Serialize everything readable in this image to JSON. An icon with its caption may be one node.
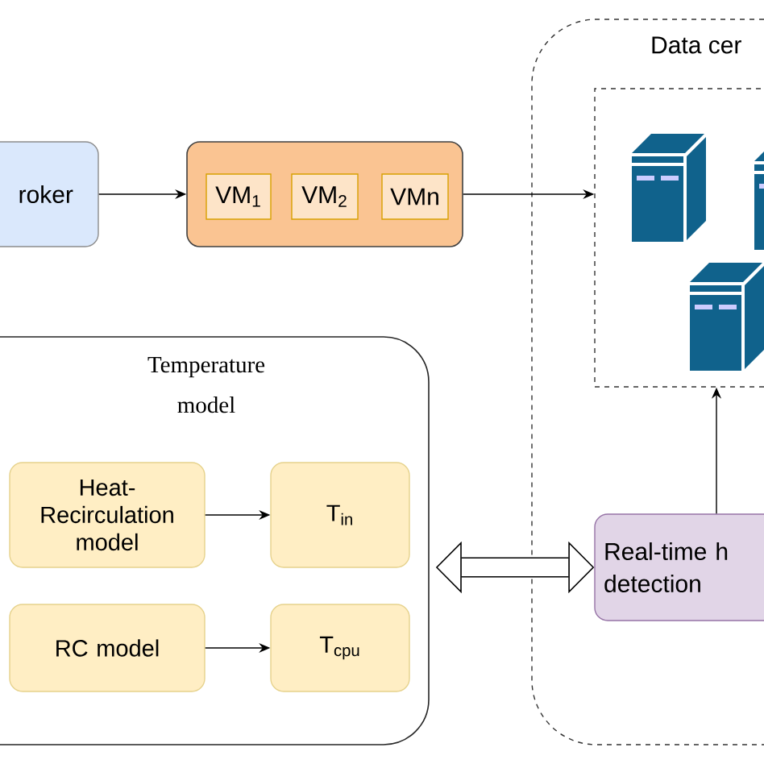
{
  "diagram": {
    "nodes": [
      {
        "text": [
          "roker"
        ]
      },
      {
        "text": [],
        "shape": "box"
      },
      {
        "text": [
          "VM$_{1}$"
        ],
        "in": 1
      },
      {
        "text": [
          "VM$_{2}$"
        ],
        "in": 1
      },
      {
        "text": [
          "VMn"
        ],
        "in": 1
      },
      {
        "text": [
          "Data cer"
        ]
      },
      {
        "text": [],
        "shape": "box",
        "in": 5
      },
      {
        "text": [
          "Temperature model"
        ]
      },
      {
        "text": [
          "Heat-Recirculation model"
        ],
        "in": 7
      },
      {
        "text": [
          "T$_{in}$"
        ],
        "in": 7
      },
      {
        "text": [
          "RC model"
        ],
        "in": 7
      },
      {
        "text": [
          "T$_{cpu}$"
        ],
        "in": 7
      },
      {
        "text": [
          "Real-time h detection"
        ],
        "in": 5
      }
    ],
    "edges": [
      {
        "from": 0,
        "to": 1,
        "arrow": "to"
      },
      {
        "from": 1,
        "to": 6,
        "arrow": "to"
      },
      {
        "from": 8,
        "to": 9,
        "arrow": "to"
      },
      {
        "from": 10,
        "to": 11,
        "arrow": "to"
      },
      {
        "from": 7,
        "to": 12,
        "arrow": "both",
        "style": "thick"
      },
      {
        "from": 12,
        "to": 6,
        "arrow": "to"
      }
    ]
  }
}
